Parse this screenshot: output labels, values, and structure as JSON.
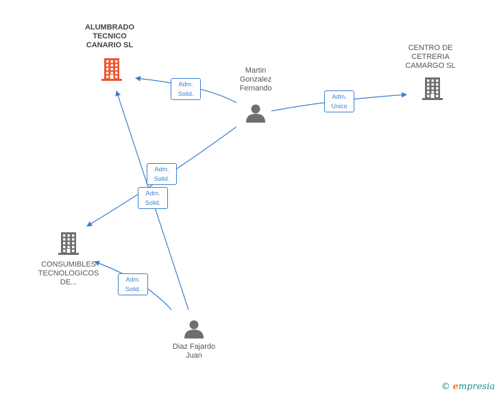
{
  "nodes": [
    {
      "id": "alumbrado",
      "type": "company",
      "label": "ALUMBRADO\nTECNICO\nCANARIO SL",
      "color": "#f0552e",
      "main": true
    },
    {
      "id": "centro",
      "type": "company",
      "label": "CENTRO DE\nCETRERIA\nCAMARGO  SL",
      "color": "#6f6f6f",
      "main": false
    },
    {
      "id": "consumibles",
      "type": "company",
      "label": "CONSUMIBLES\nTECNOLOGICOS\nDE...",
      "color": "#6f6f6f",
      "main": false
    },
    {
      "id": "martin",
      "type": "person",
      "label": "Martin\nGonzalez\nFernando",
      "color": "#6f6f6f"
    },
    {
      "id": "diaz",
      "type": "person",
      "label": "Diaz Fajardo\nJuan",
      "color": "#6f6f6f"
    }
  ],
  "edges": [
    {
      "from": "martin",
      "to": "alumbrado",
      "label": "Adm.\nSolid."
    },
    {
      "from": "martin",
      "to": "centro",
      "label": "Adm.\nUnico"
    },
    {
      "from": "martin",
      "to": "consumibles",
      "label": "Adm.\nSolid."
    },
    {
      "from": "diaz",
      "to": "alumbrado",
      "label": "Adm.\nSolid."
    },
    {
      "from": "diaz",
      "to": "consumibles",
      "label": "Adm.\nSolid."
    }
  ],
  "colors": {
    "edge": "#3a7fcf"
  },
  "footer": {
    "copyright_symbol": "©",
    "brand_first": "e",
    "brand_rest": "mpresia"
  }
}
